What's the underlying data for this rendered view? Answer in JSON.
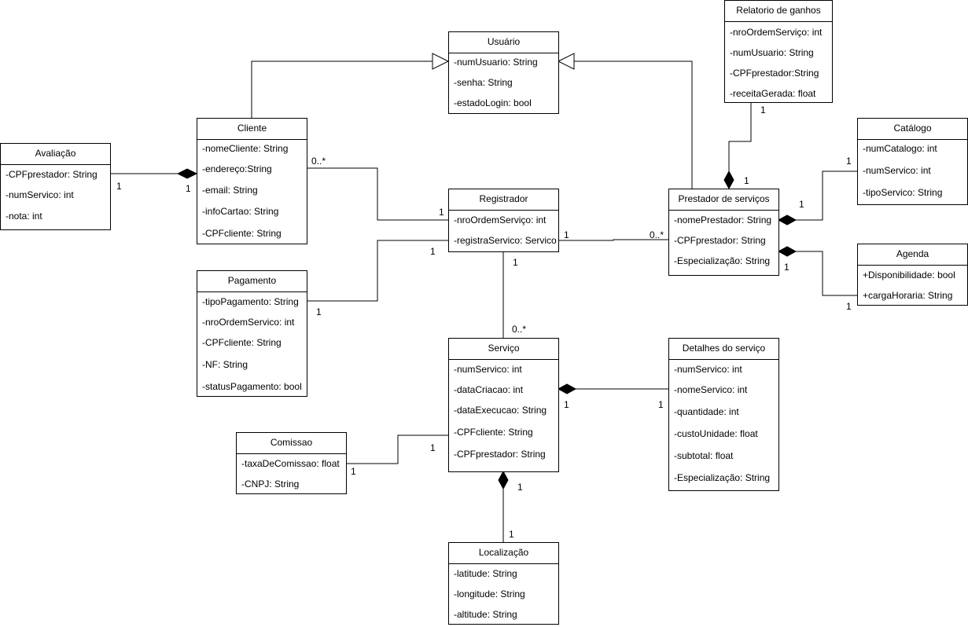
{
  "classes": {
    "usuario": {
      "name": "Usuário",
      "attributes": [
        "-numUsuario: String",
        "-senha: String",
        "-estadoLogin: bool"
      ]
    },
    "relatorio": {
      "name": "Relatorio de ganhos",
      "attributes": [
        "-nroOrdemServiço: int",
        "-numUsuario: String",
        "-CPFprestador:String",
        "-receitaGerada: float"
      ]
    },
    "cliente": {
      "name": "Cliente",
      "attributes": [
        "-nomeCliente: String",
        "-endereço:String",
        "-email: String",
        "-infoCartao: String",
        "-CPFcliente: String"
      ]
    },
    "avaliacao": {
      "name": "Avaliação",
      "attributes": [
        "-CPFprestador: String",
        "-numServico: int",
        "-nota: int"
      ]
    },
    "catalogo": {
      "name": "Catálogo",
      "attributes": [
        "-numCatalogo: int",
        "-numServico: int",
        "-tipoServico: String"
      ]
    },
    "registrador": {
      "name": "Registrador",
      "attributes": [
        "-nroOrdemServiço: int",
        "-registraServico: Servico"
      ]
    },
    "prestador": {
      "name": "Prestador de serviços",
      "attributes": [
        "-nomePrestador: String",
        "-CPFprestador: String",
        "-Especialização: String"
      ]
    },
    "agenda": {
      "name": "Agenda",
      "attributes": [
        "+Disponibilidade: bool",
        "+cargaHoraria: String"
      ]
    },
    "pagamento": {
      "name": "Pagamento",
      "attributes": [
        "-tipoPagamento: String",
        "-nroOrdemServico: int",
        "-CPFcliente: String",
        "-NF: String",
        "-statusPagamento: bool"
      ]
    },
    "servico": {
      "name": "Serviço",
      "attributes": [
        "-numServico: int",
        "-dataCriacao: int",
        "-dataExecucao: String",
        "-CPFcliente: String",
        "-CPFprestador: String"
      ]
    },
    "detalhes": {
      "name": "Detalhes do serviço",
      "attributes": [
        "-numServico: int",
        "-nomeServico: int",
        "-quantidade: int",
        "-custoUnidade: float",
        "-subtotal: float",
        "-Especialização: String"
      ]
    },
    "comissao": {
      "name": "Comissao",
      "attributes": [
        "-taxaDeComissao: float",
        "-CNPJ: String"
      ]
    },
    "localizacao": {
      "name": "Localização",
      "attributes": [
        "-latitude: String",
        "-longitude: String",
        "-altitude: String"
      ]
    }
  },
  "multiplicities": {
    "avaliacao_cliente_a": "1",
    "avaliacao_cliente_b": "1",
    "cliente_registrador_a": "0..*",
    "cliente_registrador_b": "1",
    "relatorio_prestador_a": "1",
    "relatorio_prestador_b": "1",
    "catalogo_prestador_a": "1",
    "catalogo_prestador_b": "1",
    "registrador_prestador_a": "1",
    "registrador_prestador_b": "0..*",
    "pagamento_registrador_a": "1",
    "pagamento_registrador_b": "1",
    "agenda_prestador_a": "1",
    "agenda_prestador_b": "1",
    "registrador_servico_a": "1",
    "registrador_servico_b": "0..*",
    "detalhes_servico_a": "1",
    "detalhes_servico_b": "1",
    "comissao_servico_a": "1",
    "comissao_servico_b": "1",
    "localizacao_servico_a": "1",
    "localizacao_servico_b": "1"
  }
}
